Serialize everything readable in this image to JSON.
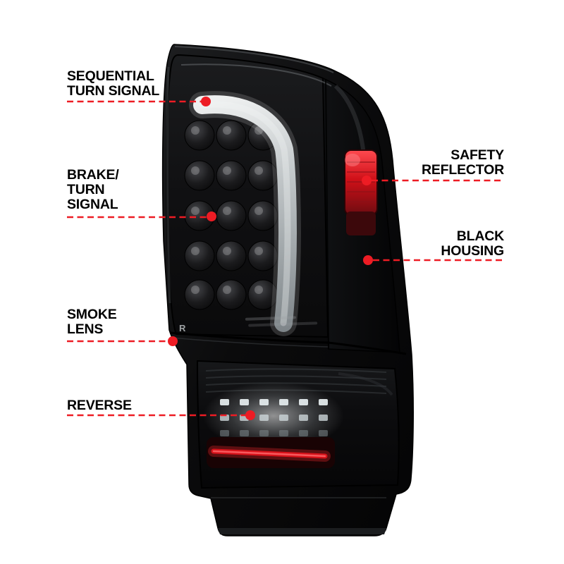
{
  "page": {
    "background_color": "#ffffff"
  },
  "callouts": {
    "line_color": "#ed1c24",
    "dot_color": "#ed1c24",
    "left": [
      {
        "id": "sequential-turn-signal",
        "lines": [
          "SEQUENTIAL",
          "TURN SIGNAL"
        ]
      },
      {
        "id": "brake-turn-signal",
        "lines": [
          "BRAKE/",
          "TURN",
          "SIGNAL"
        ]
      },
      {
        "id": "smoke-lens",
        "lines": [
          "SMOKE",
          "LENS"
        ]
      },
      {
        "id": "reverse",
        "lines": [
          "REVERSE"
        ]
      }
    ],
    "right": [
      {
        "id": "safety-reflector",
        "lines": [
          "SAFETY",
          "REFLECTOR"
        ]
      },
      {
        "id": "black-housing",
        "lines": [
          "BLACK",
          "HOUSING"
        ]
      }
    ]
  },
  "product": {
    "type": "smoked-led-tail-light",
    "lens_marking": "R",
    "housing_color": "#0a0a0b",
    "lens_color": "#141416",
    "light_bar_color": "#c9cdce",
    "reflector_color": "#d8141c",
    "reverse_bar_color": "#e01218"
  }
}
